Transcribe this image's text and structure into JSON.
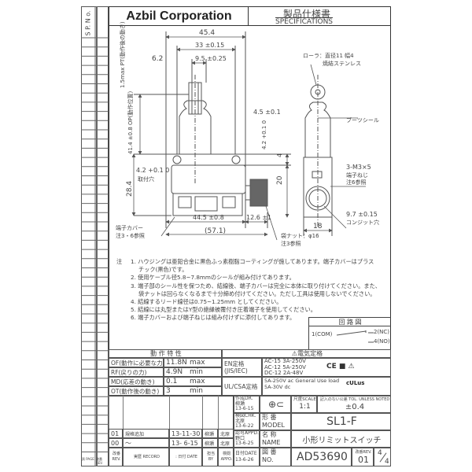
{
  "header": {
    "company": "Azbil Corporation",
    "title_jp": "製品仕様書",
    "title_en": "SPECIFICATIONS"
  },
  "side_strip": {
    "sp_no": "S P. N o.",
    "page": "頁 PAGE",
    "rev": "改番 REV."
  },
  "drawing": {
    "dims": {
      "d45_4": "45.4",
      "d33": "33 ±0.15",
      "d6_2": "6.2",
      "d9_5": "9.5 ±0.25",
      "pt": "1.5max PT(動作後の動き)",
      "op": "41.4 ±0.8 OP(動作位置)",
      "d4_5": "4.5 ±0.1",
      "d4_2r": "4.2 +0.1 0",
      "d4": "4",
      "d20": "20",
      "d28_4": "28.4",
      "d4_2": "4.2 +0.1 0",
      "mount_hole": "取付穴",
      "d44_5": "44.5 ±0.8",
      "d12_6": "12.6 ±1",
      "d57_1": "(57.1)",
      "d18": "18"
    },
    "callouts": {
      "roller": "ローラ：直径11 幅4",
      "roller2": "焼結ステンレス",
      "boot": "ブーツシール",
      "screw1": "3-M3×5",
      "screw2": "端子ねじ",
      "screw3": "注6参照",
      "conduit1": "9.7 ±0.15",
      "conduit2": "コンジット穴",
      "nut1": "袋ナット：φ16",
      "nut2": "注3参照",
      "cover1": "端子カバー",
      "cover2": "注3・6参照"
    }
  },
  "notes": {
    "prefix": "注",
    "items": [
      "1. ハウジングは亜鉛合金に黒色ふっ素樹脂コーティングが施してあります。端子カバーはプラス",
      "チック(黒色)です。",
      "2. 使用ケーブル径5.8~7.8mmのシールが組み付けてあります。",
      "3. 端子部のシール性を保つため、結線後、端子カバーは完全に本体に取り付けてください。また、",
      "袋ナットは回らなくなるまで十分締め付けてください。ただし工具は使用しないでください。",
      "4. 結線するリード線径は0.75~1.25mm としてください。",
      "5. 結線には丸型またはY型の絶縁被覆付き圧着端子を使用してください。",
      "6. 端子カバーおよび端子ねじは組み付けずに添付してあります。"
    ]
  },
  "circuit": {
    "title": "回 路 図",
    "com": "1(COM)",
    "nc": "2(NC)",
    "no": "4(NO)"
  },
  "characteristics": {
    "title": "動 作 特 性",
    "rows": [
      {
        "label": "OF(動作に必要な力)",
        "value": "11.8N",
        "unit": "max"
      },
      {
        "label": "RF(戻りの力)",
        "value": "4.9N",
        "unit": "min"
      },
      {
        "label": "MD(応差の動き)",
        "value": "0.1",
        "unit": "max"
      },
      {
        "label": "OT(動作後の動き)",
        "value": "3",
        "unit": "min"
      }
    ]
  },
  "electrical": {
    "title": "⚠電気定格",
    "en_label": "EN定格 (JIS/IEC)",
    "en_values": [
      "AC-15 3A-250V",
      "AC-12 5A-250V",
      "DC-12 2A-48V"
    ],
    "en_marks": "CE ■ ⚠",
    "ul_label": "UL/CSA定格",
    "ul_values": [
      "5A-250V ac General Use load",
      "5A-30V dc"
    ],
    "ul_mark": "cULus"
  },
  "revisions": {
    "rows": [
      {
        "rev": "01",
        "record": "規格追加",
        "date": "13-11-30",
        "by": "柳瀬",
        "appo": "北原"
      },
      {
        "rev": "00",
        "record": "～",
        "date": "13- 6-15",
        "by": "柳瀬",
        "appo": "北原"
      }
    ],
    "header": {
      "rev": "改番 REV.",
      "record": "実歴 RECORD",
      "date": ": 日付 DATE",
      "by": "担当 BY",
      "appo": "検閲 APPO."
    }
  },
  "title_block": {
    "dr": {
      "label": "作成DR.",
      "name": "柳瀬",
      "date": "13-6-15"
    },
    "chk": {
      "label": "検図CHK.",
      "name": "北原",
      "date": "13-6-22"
    },
    "appd": {
      "label": "認可APPD.",
      "name": "野口",
      "date": "13-6-25"
    },
    "issue": {
      "label": "日付DATE",
      "date": "13-6-26"
    },
    "scale_label": "尺度SCALE",
    "scale": "1:1",
    "tol_label": "記入のない公差 TOL. UNLESS NOTED",
    "tol": "±0.4",
    "model_label_jp": "形 番",
    "model_label": "MODEL",
    "model": "SL1-F",
    "name_label_jp": "名 称",
    "name_label": "NAME",
    "name": "小形リミットスイッチ",
    "no_label_jp": "図 番",
    "no_label": "NO.",
    "number": "AD53690",
    "rev_label": "改番REV.",
    "rev": "01",
    "page": "4",
    "pages": "4"
  }
}
